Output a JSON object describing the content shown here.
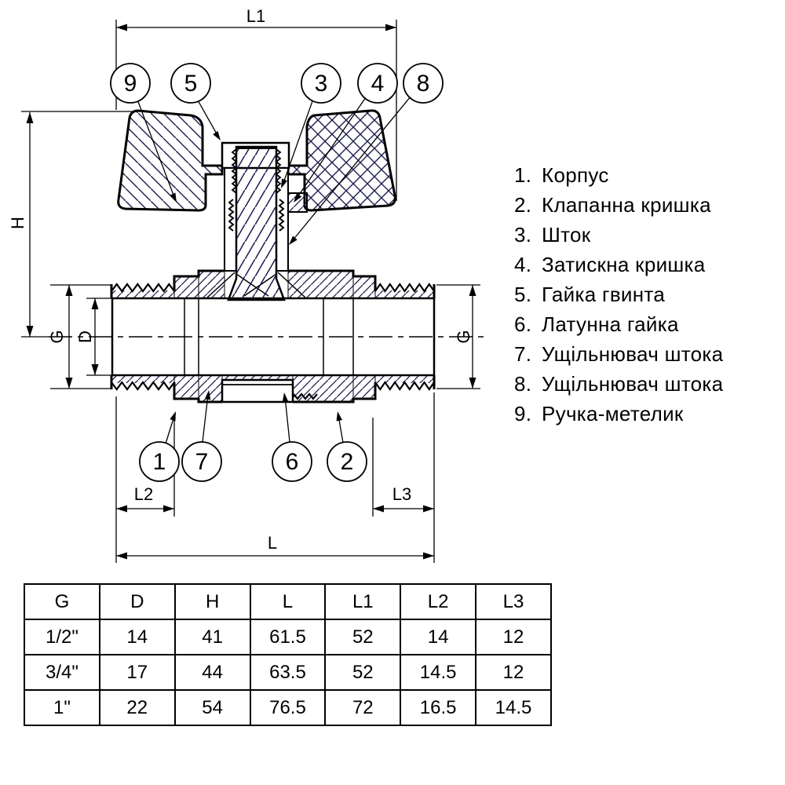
{
  "drawing": {
    "dims": {
      "l1": "L1",
      "h": "H",
      "g": "G",
      "d": "D",
      "l2": "L2",
      "l3": "L3",
      "l": "L"
    },
    "callouts": {
      "top": [
        "9",
        "5",
        "3",
        "4",
        "8"
      ],
      "bottom": [
        "1",
        "7",
        "6",
        "2"
      ]
    },
    "colors": {
      "outline": "#000000",
      "hatch": "#1d1d4f",
      "background": "#ffffff"
    }
  },
  "parts_list": {
    "items": [
      {
        "num": "1.",
        "name": "Корпус"
      },
      {
        "num": "2.",
        "name": "Клапанна кришка"
      },
      {
        "num": "3.",
        "name": "Шток"
      },
      {
        "num": "4.",
        "name": "Затискна кришка"
      },
      {
        "num": "5.",
        "name": "Гайка гвинта"
      },
      {
        "num": "6.",
        "name": "Латунна гайка"
      },
      {
        "num": "7.",
        "name": "Ущільнювач штока"
      },
      {
        "num": "8.",
        "name": "Ущільнювач штока"
      },
      {
        "num": "9.",
        "name": "Ручка-метелик"
      }
    ]
  },
  "spec_table": {
    "headers": [
      "G",
      "D",
      "H",
      "L",
      "L1",
      "L2",
      "L3"
    ],
    "rows": [
      [
        "1/2\"",
        "14",
        "41",
        "61.5",
        "52",
        "14",
        "12"
      ],
      [
        "3/4\"",
        "17",
        "44",
        "63.5",
        "52",
        "14.5",
        "12"
      ],
      [
        "1\"",
        "22",
        "54",
        "76.5",
        "72",
        "16.5",
        "14.5"
      ]
    ]
  }
}
